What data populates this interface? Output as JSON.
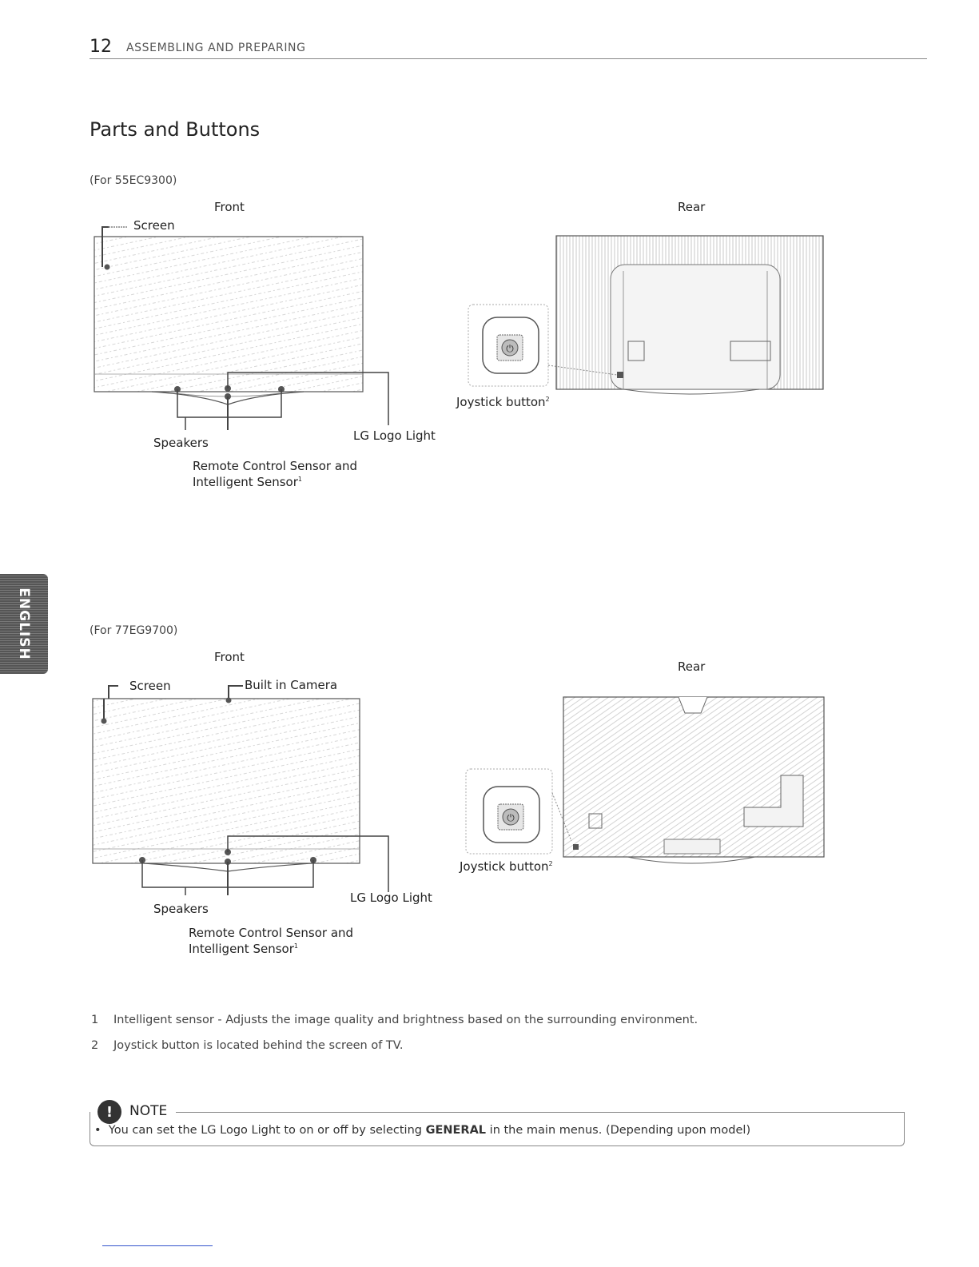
{
  "header": {
    "page_number": "12",
    "section": "ASSEMBLING AND PREPARING"
  },
  "title": "Parts and Buttons",
  "side_tab": "ENGLISH",
  "models": [
    {
      "model": "(For 55EC9300)",
      "front_label": "Front",
      "rear_label": "Rear",
      "screen": "Screen",
      "speakers": "Speakers",
      "logo_light": "LG Logo Light",
      "sensor_line1": "Remote Control Sensor and",
      "sensor_line2": "Intelligent Sensor",
      "sensor_sup": "1",
      "joystick": "Joystick button",
      "joystick_sup": "2"
    },
    {
      "model": "(For 77EG9700)",
      "front_label": "Front",
      "rear_label": "Rear",
      "screen": "Screen",
      "camera": "Built in Camera",
      "speakers": "Speakers",
      "logo_light": "LG Logo Light",
      "sensor_line1": "Remote Control Sensor and",
      "sensor_line2": "Intelligent Sensor",
      "sensor_sup": "1",
      "joystick": "Joystick button",
      "joystick_sup": "2"
    }
  ],
  "footnotes": [
    {
      "num": "1",
      "text": "Intelligent sensor - Adjusts the image quality and brightness based on the surrounding environment."
    },
    {
      "num": "2",
      "text": "Joystick button is located behind the screen of TV."
    }
  ],
  "note": {
    "label": "NOTE",
    "icon": "exclamation-icon",
    "bullet": "•",
    "text_before": "You can set the LG Logo Light to on or off by selecting ",
    "text_bold": "GENERAL",
    "text_after": " in the main menus. (Depending upon model)"
  }
}
